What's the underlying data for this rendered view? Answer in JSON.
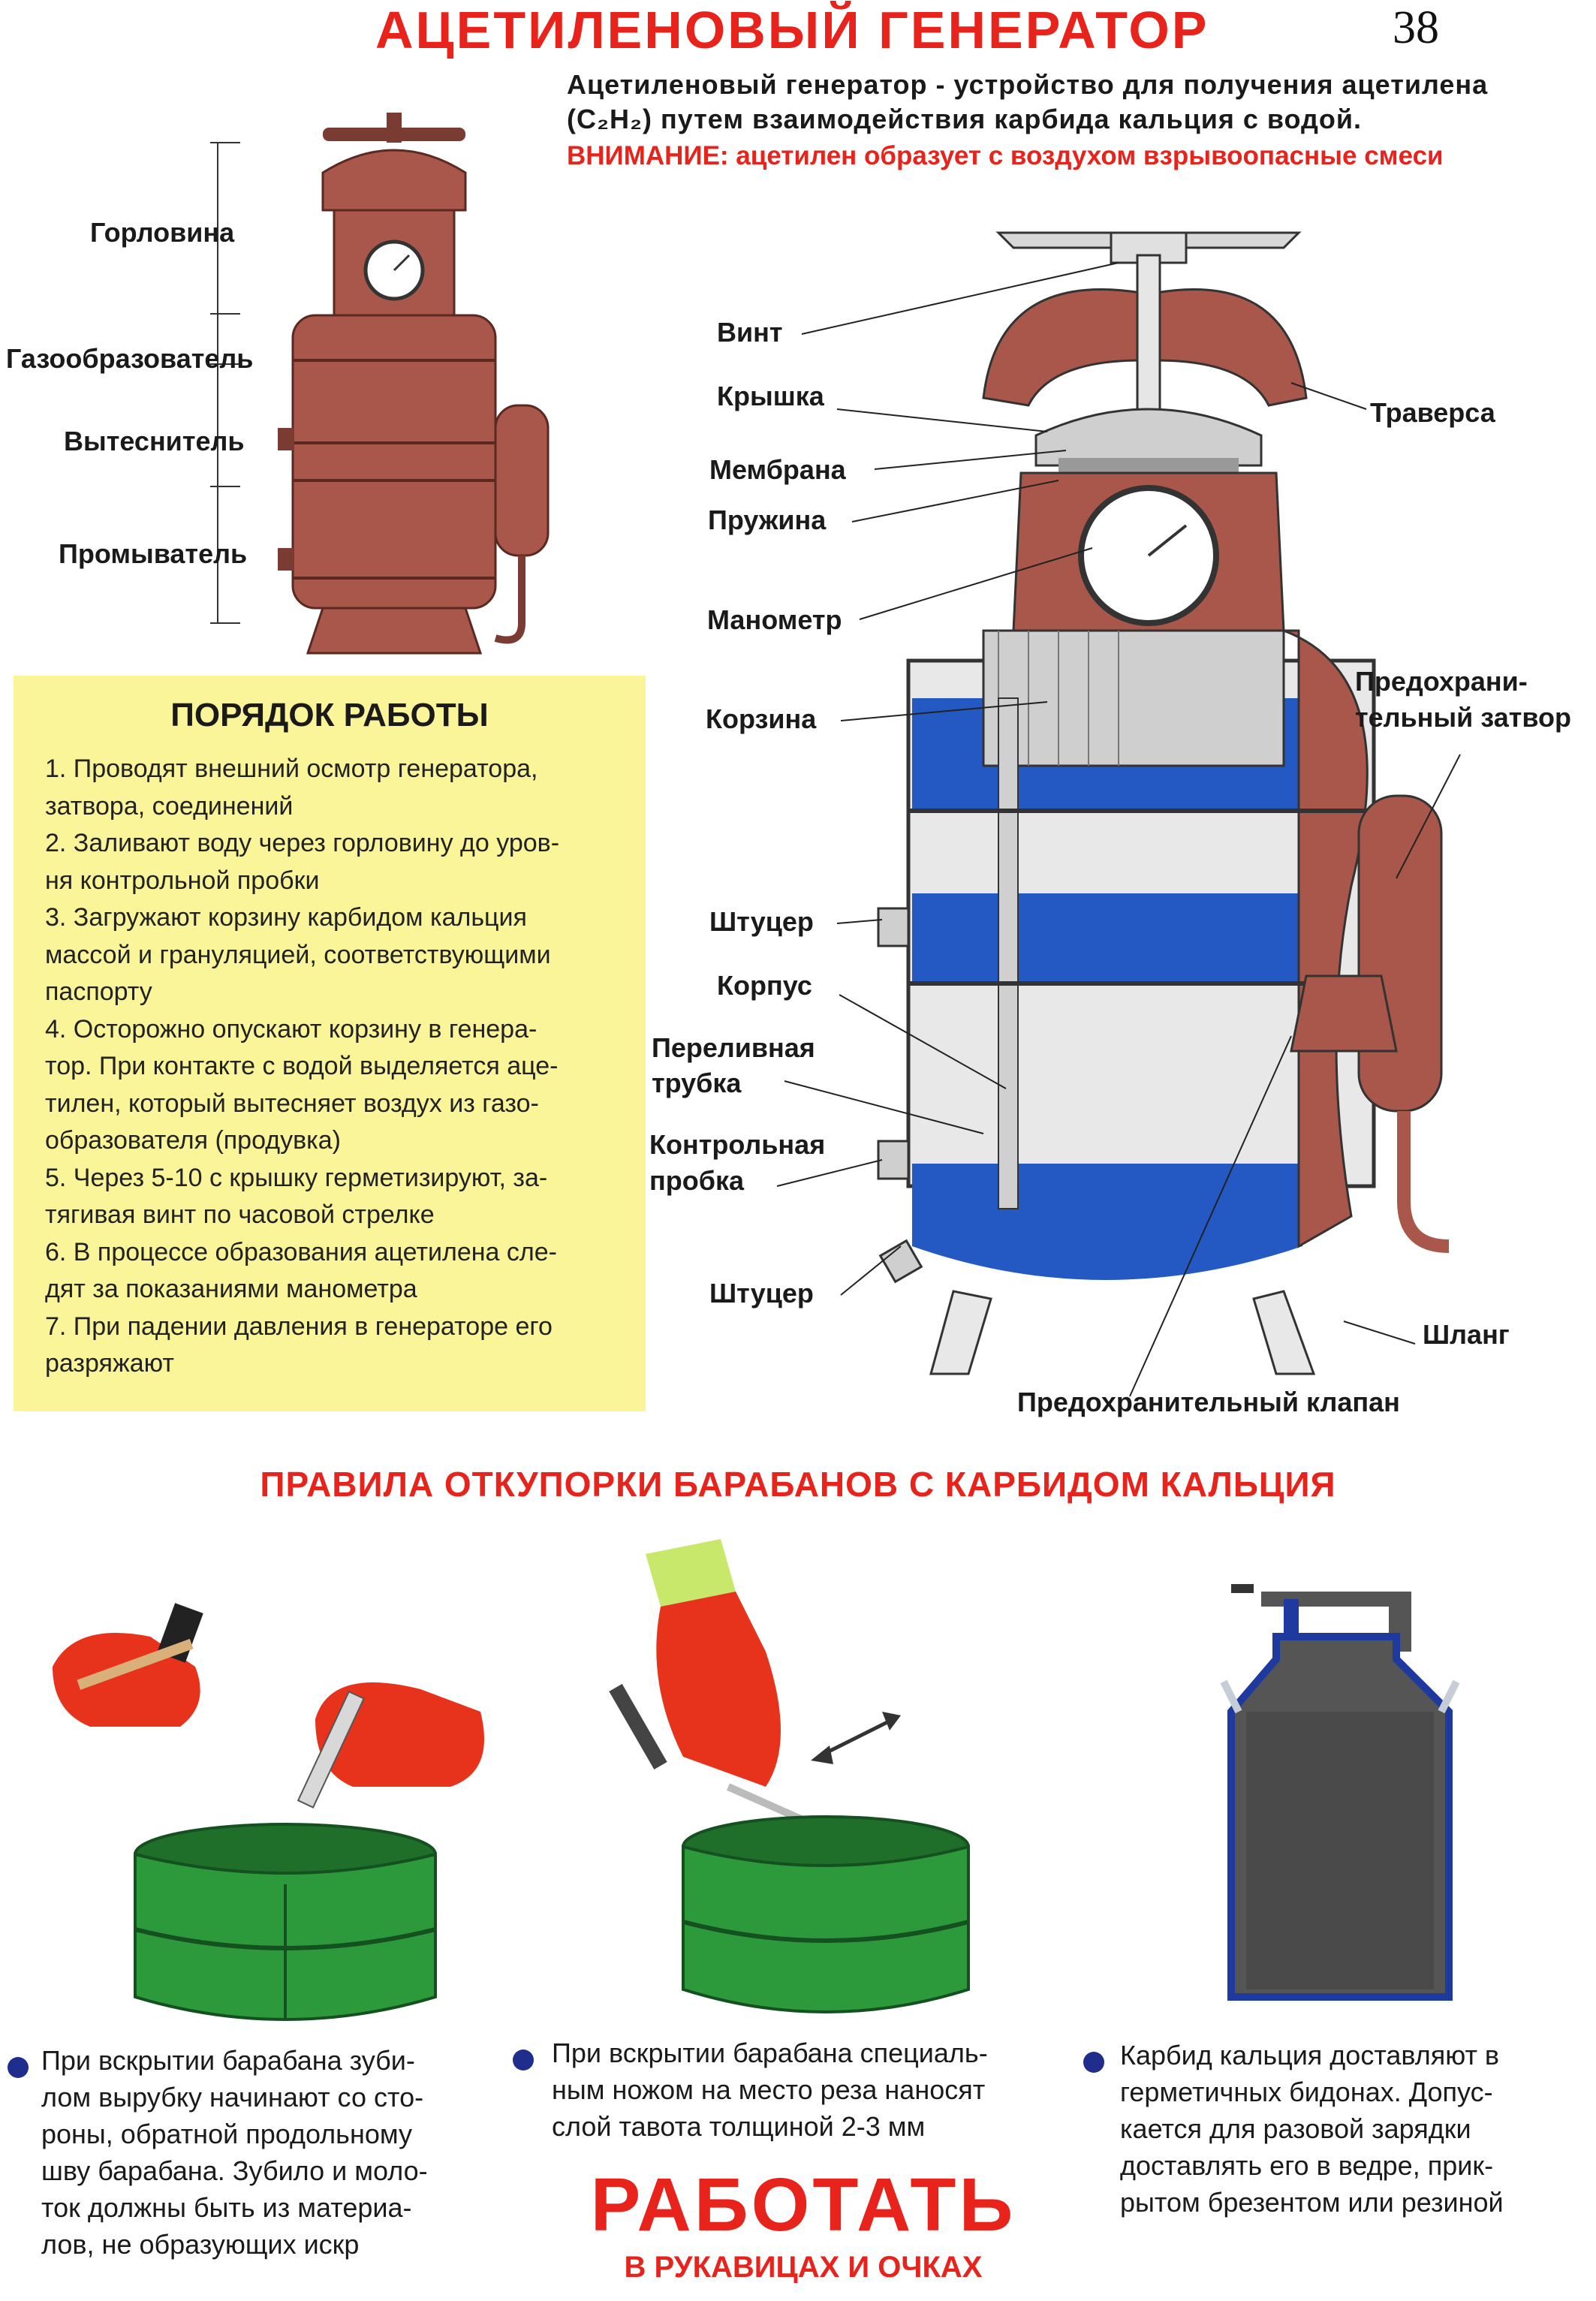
{
  "header": {
    "title": "АЦЕТИЛЕНОВЫЙ ГЕНЕРАТОР",
    "page_number": "38",
    "intro": "Ацетиленовый генератор - устройство для получения ацетилена (C₂H₂) путем взаимодействия карбида кальция с водой.",
    "warning": "ВНИМАНИЕ: ацетилен образует с воздухом взрывоопасные смеси"
  },
  "small_diagram": {
    "labels": [
      "Горловина",
      "Газообразователь",
      "Вытеснитель",
      "Промыватель"
    ]
  },
  "main_diagram": {
    "labels": {
      "vint": "Винт",
      "kryshka": "Крышка",
      "membrana": "Мембрана",
      "pruzhina": "Пружина",
      "manometr": "Манометр",
      "korzina": "Корзина",
      "shtutser1": "Штуцер",
      "korpus": "Корпус",
      "perelivnaya1": "Переливная",
      "perelivnaya2": "трубка",
      "kontrolnaya1": "Контрольная",
      "kontrolnaya2": "пробка",
      "shtutser2": "Штуцер",
      "traversa": "Траверса",
      "zatvor1": "Предохрани-",
      "zatvor2": "тельный затвор",
      "shlang": "Шланг",
      "klapan": "Предохранительный клапан"
    }
  },
  "procedure": {
    "title": "ПОРЯДОК РАБОТЫ",
    "lines": [
      "1. Проводят внешний осмотр генератора,",
      "затвора, соединений",
      "2. Заливают воду через горловину до уров-",
      "ня контрольной пробки",
      "3. Загружают корзину карбидом кальция",
      "массой и грануляцией, соответствующими",
      "паспорту",
      "4. Осторожно опускают корзину в генера-",
      "тор. При контакте с водой выделяется аце-",
      "тилен, который вытесняет воздух из газо-",
      "образователя (продувка)",
      "5. Через 5-10 с крышку герметизируют, за-",
      "тягивая винт по часовой стрелке",
      "6. В процессе образования ацетилена сле-",
      "дят за показаниями манометра",
      "7. При падении давления в генераторе его",
      "разряжают"
    ]
  },
  "rules": {
    "title": "ПРАВИЛА ОТКУПОРКИ БАРАБАНОВ С КАРБИДОМ КАЛЬЦИЯ",
    "captions": [
      {
        "lines": [
          "При вскрытии барабана зуби-",
          "лом вырубку начинают со сто-",
          "роны, обратной продольному",
          "шву барабана. Зубило и моло-",
          "ток должны быть из материа-",
          "лов, не образующих искр"
        ]
      },
      {
        "lines": [
          "При вскрытии барабана специаль-",
          "ным ножом на место реза наносят",
          "слой тавота толщиной 2-3 мм"
        ]
      },
      {
        "lines": [
          "Карбид кальция доставляют в",
          "герметичных бидонах. Допус-",
          "кается для разовой зарядки",
          "доставлять его в ведре, прик-",
          "рытом брезентом или резиной"
        ]
      }
    ],
    "work_title": "РАБОТАТЬ",
    "work_subtitle": "В РУКАВИЦАХ И ОЧКАХ"
  },
  "colors": {
    "title_red": "#e8231c",
    "body_brown": "#a8574a",
    "water_blue": "#2459c4",
    "drum_green": "#2c9a3a",
    "yellow_box": "#fbf59a",
    "bullet_blue": "#1f2d8c"
  }
}
